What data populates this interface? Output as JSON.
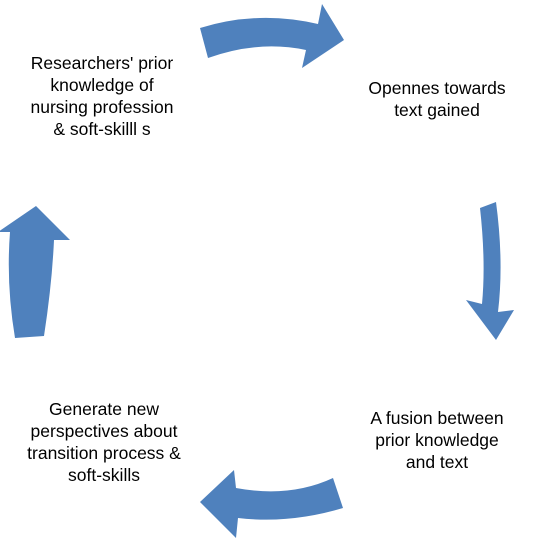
{
  "colors": {
    "arrow": "#4f81bd",
    "text": "#000000",
    "background": "#ffffff"
  },
  "nodes": [
    {
      "id": "top-left",
      "lines": [
        "Researchers' prior",
        "knowledge of",
        "nursing profession",
        "& soft-skilll s"
      ]
    },
    {
      "id": "top-right",
      "lines": [
        "Opennes towards",
        "text gained"
      ]
    },
    {
      "id": "bottom-right",
      "lines": [
        "A fusion between",
        "prior knowledge",
        "and text"
      ]
    },
    {
      "id": "bottom-left",
      "lines": [
        "Generate new",
        "perspectives about",
        "transition process &",
        "soft-skills"
      ]
    }
  ],
  "arrows": [
    {
      "id": "top",
      "direction": "right"
    },
    {
      "id": "right",
      "direction": "down"
    },
    {
      "id": "bottom",
      "direction": "left"
    },
    {
      "id": "left",
      "direction": "up"
    }
  ]
}
